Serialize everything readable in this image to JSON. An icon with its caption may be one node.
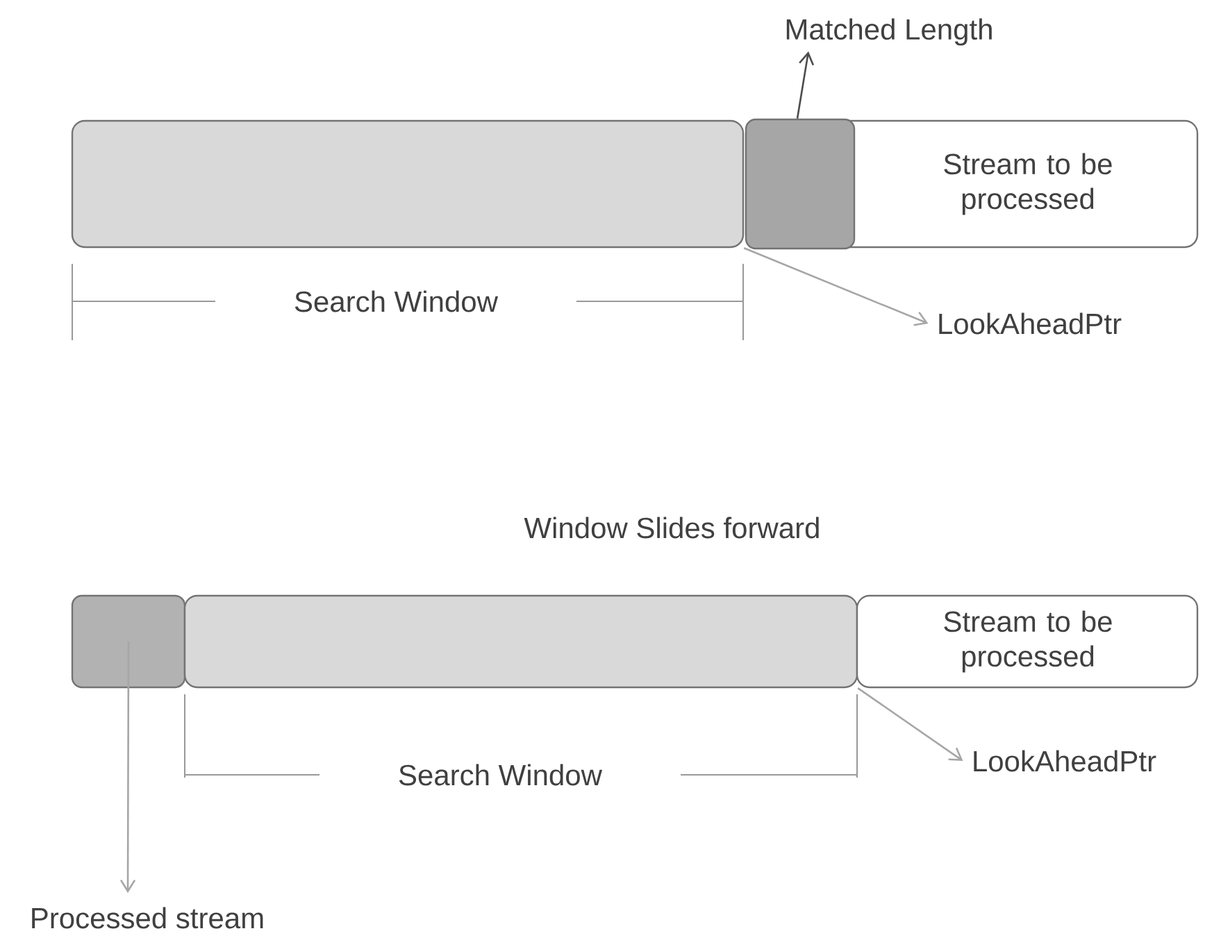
{
  "diagram": {
    "nodes": [
      {
        "text": [],
        "shape": "bar"
      },
      {
        "text": [
          "Stream to be processed"
        ]
      },
      {
        "text": [],
        "shape": "bar",
        "in": 1
      },
      {
        "text": [
          "Matched Length"
        ]
      },
      {
        "text": [
          "LookAheadPtr"
        ]
      },
      {
        "text": [],
        "shape": "bar"
      },
      {
        "text": [],
        "shape": "bar"
      },
      {
        "text": [
          "Stream to be processed"
        ]
      },
      {
        "text": [
          "LookAheadPtr"
        ]
      },
      {
        "text": [
          "Processed stream"
        ]
      }
    ],
    "edges": [
      {
        "from": 2,
        "to": 3,
        "arrow": "to"
      },
      {
        "from": 0,
        "to": 4,
        "arrow": "to"
      },
      {
        "from": 6,
        "to": 8,
        "arrow": "to"
      },
      {
        "from": 5,
        "to": 9,
        "arrow": "to"
      }
    ],
    "labels": [
      "Search Window",
      "Window Slides forward",
      "Search Window"
    ]
  }
}
